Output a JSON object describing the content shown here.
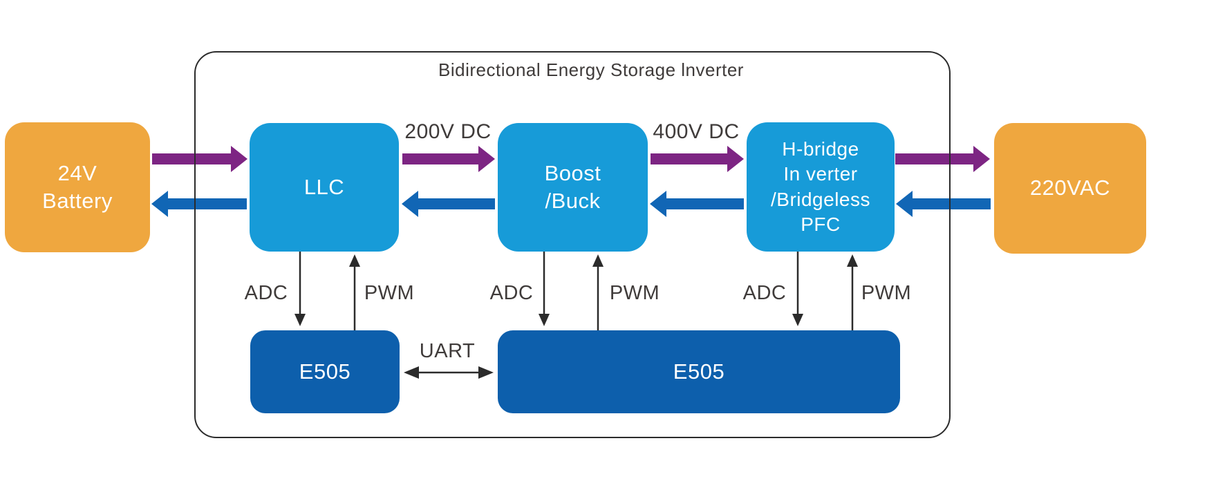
{
  "title": "Bidirectional Energy Storage lnverter",
  "nodes": {
    "battery": {
      "lines": [
        "24V",
        "Battery"
      ]
    },
    "llc": {
      "lines": [
        "LLC"
      ]
    },
    "boost_buck": {
      "lines": [
        "Boost",
        "/Buck"
      ]
    },
    "hbridge_pfc": {
      "lines": [
        "H-bridge",
        "In verter",
        "/Bridgeless",
        "PFC"
      ]
    },
    "ac_grid": {
      "lines": [
        "220VAC"
      ]
    },
    "controller_left": {
      "lines": [
        "E505"
      ]
    },
    "controller_right": {
      "lines": [
        "E505"
      ]
    }
  },
  "signal_labels": {
    "bus_200v": "200V DC",
    "bus_400v": "400V DC",
    "llc_adc": "ADC",
    "llc_pwm": "PWM",
    "boost_adc": "ADC",
    "boost_pwm": "PWM",
    "hbridge_adc": "ADC",
    "hbridge_pwm": "PWM",
    "uart": "UART"
  },
  "colors": {
    "source_box": "#EFA73F",
    "power_stage_box": "#179BD8",
    "controller_box": "#0D5FAC",
    "forward_arrow": "#7D2583",
    "reverse_arrow": "#1166B5",
    "line_dark": "#2B2B2B",
    "label_text": "#3F3B3A",
    "box_text": "#FFFFFF"
  }
}
